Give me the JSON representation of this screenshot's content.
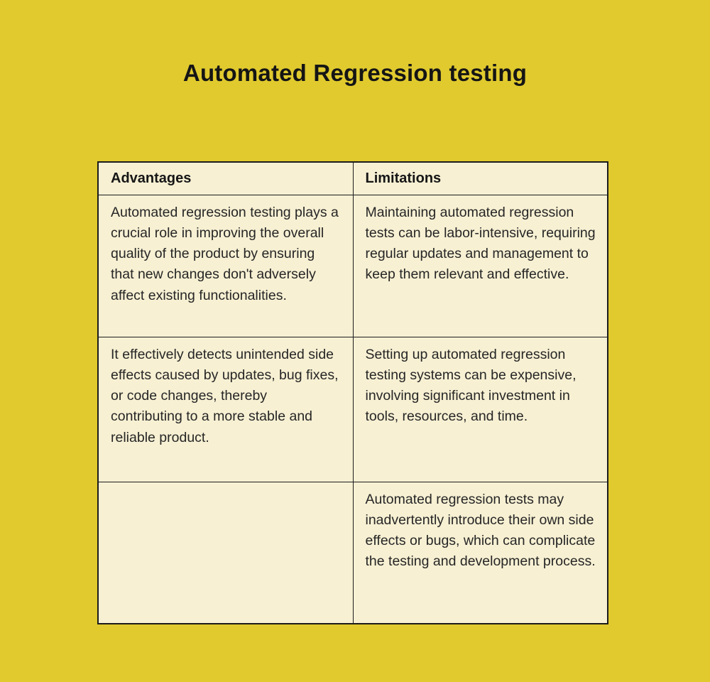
{
  "page": {
    "title": "Automated Regression testing",
    "background_color": "#e0ca2e",
    "text_color": "#1f1f1f"
  },
  "table": {
    "background_color": "#f7f0d3",
    "border_color": "#1c1c1c",
    "columns": [
      {
        "label": "Advantages"
      },
      {
        "label": "Limitations"
      }
    ],
    "rows": [
      {
        "advantages": "Automated regression testing plays a crucial role in improving the overall quality of the product by ensuring that new changes don't adversely affect existing functionalities.",
        "limitations": "Maintaining automated regression tests can be labor-intensive, requiring regular updates and management to keep them relevant and effective."
      },
      {
        "advantages": "It effectively detects unintended side effects caused by updates, bug fixes, or code changes, thereby contributing to a more stable and reliable product.",
        "limitations": "Setting up automated regression testing systems can be expensive, involving significant investment in tools, resources, and time."
      },
      {
        "advantages": "",
        "limitations": "Automated regression tests may inadvertently introduce their own side effects or bugs, which can complicate the testing and development process."
      }
    ]
  }
}
